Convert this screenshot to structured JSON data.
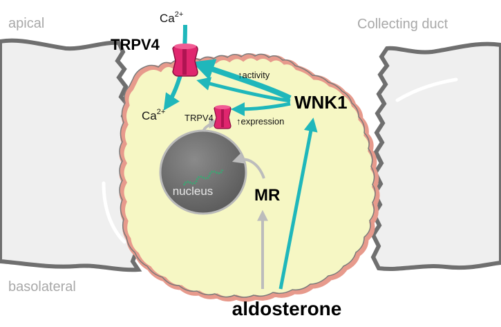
{
  "labels": {
    "apical": "apical",
    "basolateral": "basolateral",
    "collecting_duct": "Collecting duct",
    "trpv4_main": "TRPV4",
    "trpv4_small": "TRPV4",
    "ca_top": "Ca",
    "ca_bottom": "Ca",
    "ca_superscript": "2+",
    "activity": "↑activity",
    "expression": "↑expression",
    "wnk1": "WNK1",
    "nucleus": "nucleus",
    "mr": "MR",
    "aldosterone": "aldosterone"
  },
  "colors": {
    "cytoplasm": "#f6f7c4",
    "membrane": "#e79a8c",
    "channel": "#e0266e",
    "arrow_teal": "#1fb7bb",
    "arrow_grey": "#bcbcbc",
    "nucleus": "#6e6e6e",
    "neighbor_cell": "#efefef",
    "neighbor_outline": "#6f6f6f"
  }
}
